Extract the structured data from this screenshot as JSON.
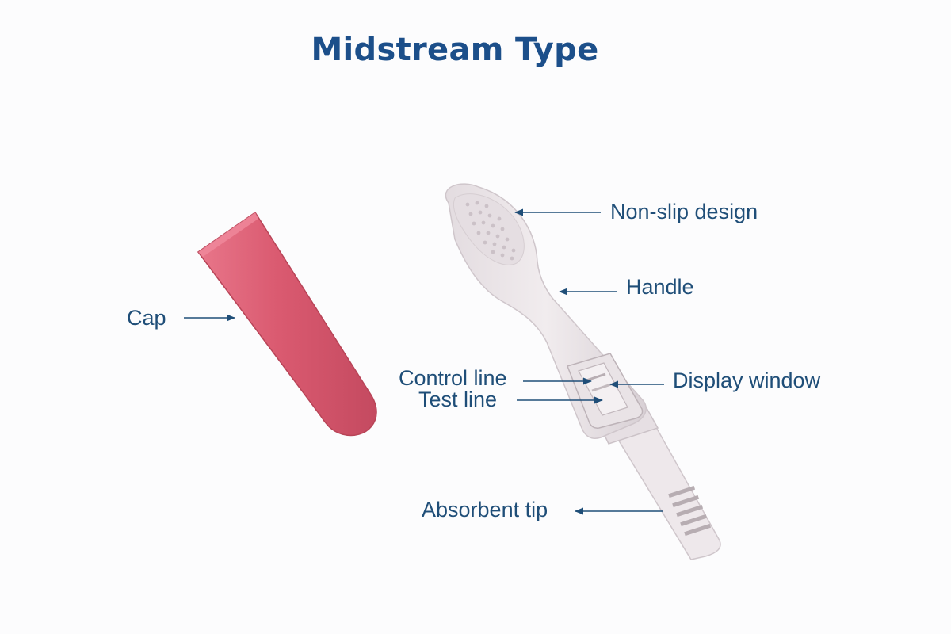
{
  "title": "Midstream Type",
  "colors": {
    "title": "#1c4f8a",
    "labels": "#1f4e78",
    "cap": "#d9566c",
    "device_body": "#ece6e9",
    "background": "#fcfcfd"
  },
  "labels": {
    "cap": "Cap",
    "non_slip": "Non-slip design",
    "handle": "Handle",
    "control_line": "Control line",
    "test_line": "Test line",
    "display_window": "Display window",
    "absorbent_tip": "Absorbent tip"
  }
}
